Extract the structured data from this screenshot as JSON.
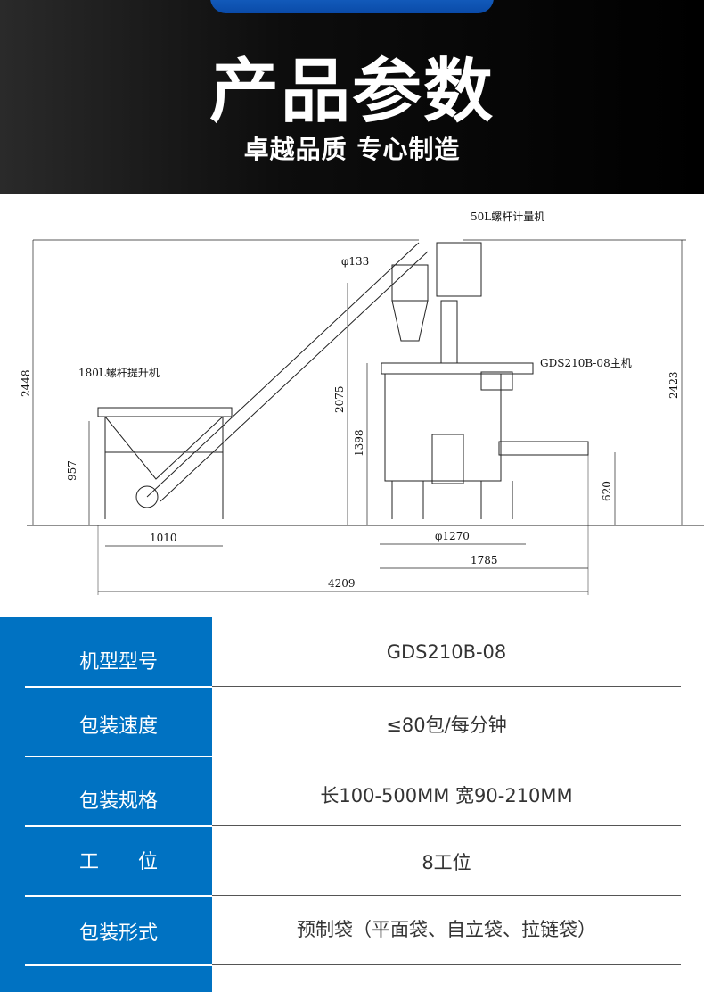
{
  "header": {
    "title": "产品参数",
    "subtitle": "卓越品质 专心制造"
  },
  "drawing": {
    "labels": {
      "doser": "50L螺杆计量机",
      "pipe": "φ133",
      "lifter": "180L螺杆提升机",
      "main": "GDS210B-08主机"
    },
    "dims": {
      "h_total_left": "2448",
      "h_2075": "2075",
      "h_1398": "1398",
      "h_957": "957",
      "h_2423": "2423",
      "h_620": "620",
      "w_1010": "1010",
      "w_1270": "φ1270",
      "w_1785": "1785",
      "w_4209": "4209"
    }
  },
  "specs": [
    {
      "label": "机型型号",
      "value": "GDS210B-08"
    },
    {
      "label": "包装速度",
      "value": "≤80包/每分钟"
    },
    {
      "label": "包装规格",
      "value": "长100-500MM  宽90-210MM"
    },
    {
      "label": "工　　位",
      "value": "8工位"
    },
    {
      "label": "包装形式",
      "value": "预制袋（平面袋、自立袋、拉链袋）"
    }
  ]
}
